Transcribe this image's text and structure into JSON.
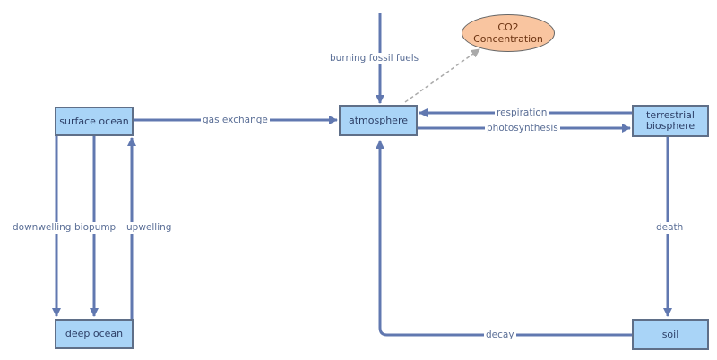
{
  "nodes": {
    "surface_ocean": "surface ocean",
    "deep_ocean": "deep ocean",
    "atmosphere": "atmosphere",
    "terrestrial_biosphere_line1": "terrestrial",
    "terrestrial_biosphere_line2": "biosphere",
    "soil": "soil",
    "co2_line1": "CO2",
    "co2_line2": "Concentration"
  },
  "edges": {
    "gas_exchange": "gas exchange",
    "burning_fossil_fuels": "burning fossil fuels",
    "respiration": "respiration",
    "photosynthesis": "photosynthesis",
    "downwelling": "downwelling",
    "biopump": "biopump",
    "upwelling": "upwelling",
    "death": "death",
    "decay": "decay"
  },
  "colors": {
    "arrow": "#6178b0",
    "dashed_arrow": "#aaaaaa",
    "node_fill": "#a9d4f7",
    "oval_fill": "#f9c5a0"
  }
}
